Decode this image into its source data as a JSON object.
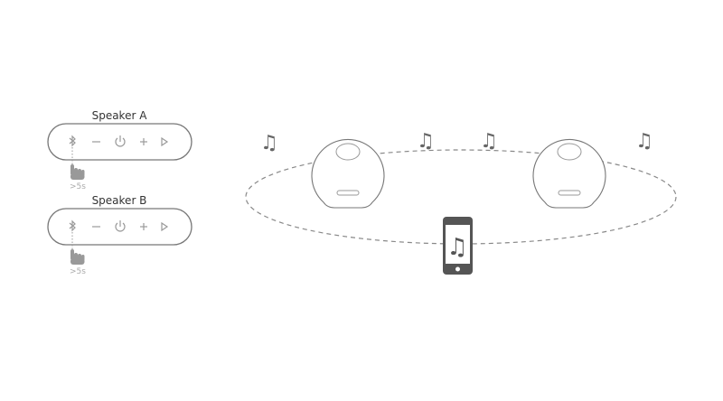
{
  "speakers": [
    {
      "label": "Speaker A",
      "hold_text": ">5s"
    },
    {
      "label": "Speaker B",
      "hold_text": ">5s"
    }
  ],
  "icons": [
    "bluetooth-icon",
    "minus-icon",
    "power-icon",
    "plus-icon",
    "play-icon",
    "hand-press-icon",
    "music-note-icon",
    "phone-icon",
    "speaker-icon"
  ],
  "colors": {
    "outline": "#888888",
    "icon": "#999999",
    "dark": "#555555"
  }
}
